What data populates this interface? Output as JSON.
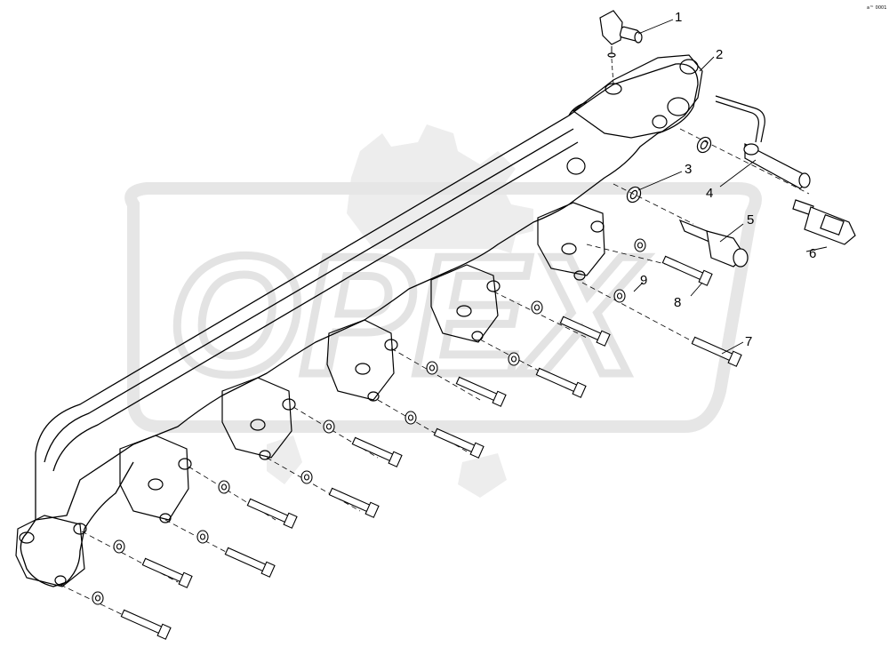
{
  "diagram": {
    "reference_code": "a™ 0001",
    "watermark_text": "OPEX",
    "colors": {
      "line": "#000000",
      "watermark": "#e6e6e6",
      "background": "#ffffff"
    },
    "callouts": [
      {
        "id": "1",
        "label": "1"
      },
      {
        "id": "2",
        "label": "2"
      },
      {
        "id": "3",
        "label": "3"
      },
      {
        "id": "4",
        "label": "4"
      },
      {
        "id": "5",
        "label": "5"
      },
      {
        "id": "6",
        "label": "6"
      },
      {
        "id": "7",
        "label": "7"
      },
      {
        "id": "8",
        "label": "8"
      },
      {
        "id": "9",
        "label": "9"
      }
    ]
  }
}
